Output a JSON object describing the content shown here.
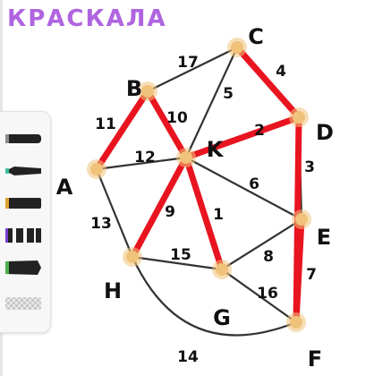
{
  "title": "КРАСКАЛА",
  "tools": [
    {
      "name": "brush-tool-1"
    },
    {
      "name": "brush-tool-2"
    },
    {
      "name": "brush-tool-3"
    },
    {
      "name": "brush-tool-4"
    },
    {
      "name": "brush-tool-5"
    },
    {
      "name": "eraser-tool"
    }
  ],
  "colors": {
    "title": "#b065e0",
    "graph_edge": "#333333",
    "mst_edge": "#e8141f",
    "vertex": "#f0c27a"
  },
  "nodes": [
    {
      "id": "A",
      "label": "A"
    },
    {
      "id": "B",
      "label": "B"
    },
    {
      "id": "C",
      "label": "C"
    },
    {
      "id": "D",
      "label": "D"
    },
    {
      "id": "K",
      "label": "K"
    },
    {
      "id": "E",
      "label": "E"
    },
    {
      "id": "H",
      "label": "H"
    },
    {
      "id": "G",
      "label": "G"
    },
    {
      "id": "F",
      "label": "F"
    }
  ],
  "edges": [
    {
      "from": "B",
      "to": "C",
      "weight": "17",
      "mst": false
    },
    {
      "from": "C",
      "to": "D",
      "weight": "4",
      "mst": true
    },
    {
      "from": "C",
      "to": "K",
      "weight": "5",
      "mst": false
    },
    {
      "from": "A",
      "to": "B",
      "weight": "11",
      "mst": true
    },
    {
      "from": "B",
      "to": "K",
      "weight": "10",
      "mst": true
    },
    {
      "from": "A",
      "to": "K",
      "weight": "12",
      "mst": false
    },
    {
      "from": "K",
      "to": "D",
      "weight": "2",
      "mst": true
    },
    {
      "from": "D",
      "to": "E",
      "weight": "3",
      "mst": false
    },
    {
      "from": "K",
      "to": "E",
      "weight": "6",
      "mst": false
    },
    {
      "from": "A",
      "to": "H",
      "weight": "13",
      "mst": false
    },
    {
      "from": "K",
      "to": "H",
      "weight": "9",
      "mst": true
    },
    {
      "from": "K",
      "to": "G",
      "weight": "1",
      "mst": true
    },
    {
      "from": "H",
      "to": "G",
      "weight": "15",
      "mst": false
    },
    {
      "from": "G",
      "to": "E",
      "weight": "8",
      "mst": false
    },
    {
      "from": "G",
      "to": "F",
      "weight": "16",
      "mst": false
    },
    {
      "from": "E",
      "to": "F",
      "weight": "7",
      "mst": true
    },
    {
      "from": "H",
      "to": "F",
      "weight": "14",
      "mst": false
    },
    {
      "from": "D",
      "to": "F",
      "weight": "",
      "mst": true
    }
  ]
}
